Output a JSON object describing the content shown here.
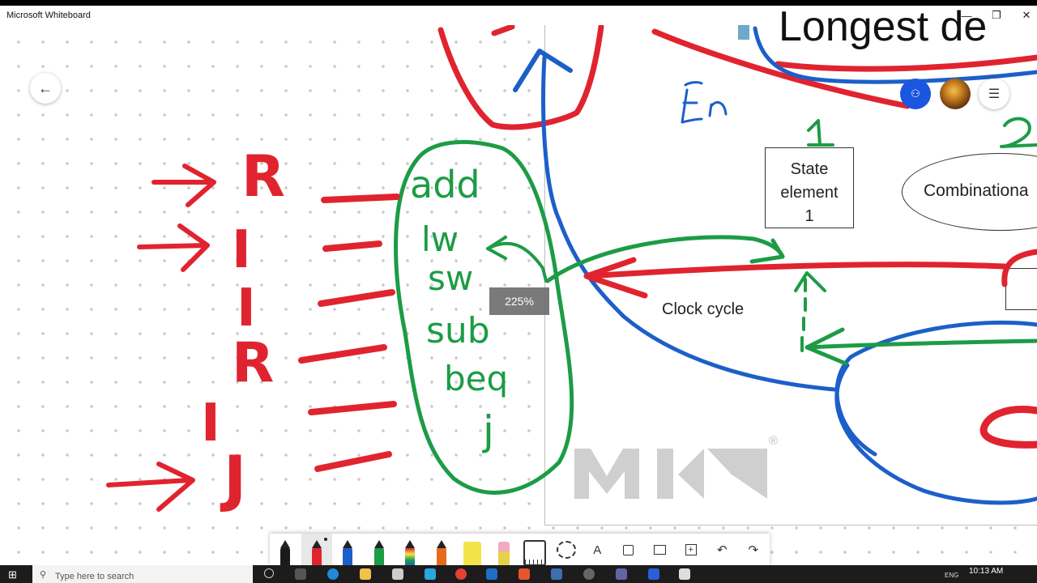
{
  "window": {
    "title": "Microsoft Whiteboard",
    "controls": {
      "minimize": "—",
      "restore": "❐",
      "close": "✕"
    }
  },
  "canvas": {
    "zoom_label": "225%",
    "back_icon": "arrow-left-icon",
    "menu_icon": "hamburger-icon",
    "handwriting_left": [
      "R",
      "I",
      "I",
      "R",
      "I",
      "J"
    ],
    "handwriting_list": [
      "add",
      "lw",
      "sw",
      "sub",
      "beq",
      "j"
    ],
    "handwriting_numbers": [
      "1",
      "2"
    ],
    "handwriting_en": "En",
    "handwriting_c": "C"
  },
  "slide": {
    "title_fragment": "Longest de",
    "state_element": "State element 1",
    "state_line1": "State",
    "state_line2": "element",
    "state_line3": "1",
    "combinational": "Combinationa",
    "clock_cycle": "Clock cycle",
    "logo_letters": "MK",
    "registered": "®"
  },
  "toolbar": {
    "pens": [
      {
        "name": "black-pen",
        "color": "#1a1a1a"
      },
      {
        "name": "red-pen",
        "color": "#e0242f"
      },
      {
        "name": "blue-pen",
        "color": "#1d5fc9"
      },
      {
        "name": "green-pen",
        "color": "#1c9c45"
      },
      {
        "name": "rainbow-pen",
        "color": "#c96a1d"
      },
      {
        "name": "orange-pen",
        "color": "#e66a1c"
      },
      {
        "name": "yellow-highlighter",
        "color": "#f3e34a"
      },
      {
        "name": "pink-eraser",
        "color": "#f2a9c4"
      }
    ],
    "ruler_icon": "ruler-icon",
    "lasso_icon": "lasso-icon",
    "text_glyph": "A",
    "undo_glyph": "↶",
    "redo_glyph": "↷"
  },
  "taskbar": {
    "search_placeholder": "Type here to search",
    "time": "10:13 AM",
    "lang": "ENG"
  }
}
